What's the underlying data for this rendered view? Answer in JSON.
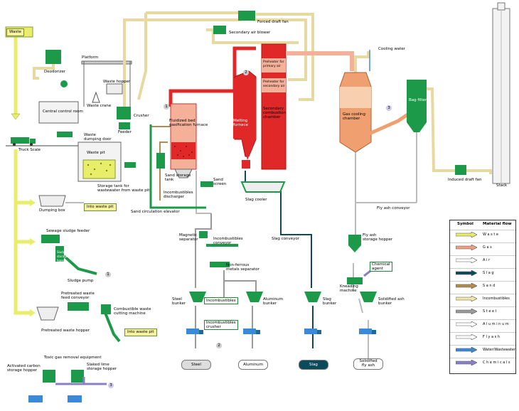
{
  "labels": {
    "waste": "Waste",
    "deodorizer": "Deodorizer",
    "platform": "Platform",
    "waste_hopper": "Waste hopper",
    "waste_crane": "Waste crane",
    "central_control_room": "Central control room",
    "waste_dumping_door": "Waste\ndumping door",
    "waste_pit": "Waste pit",
    "truck_scale": "Truck Scale",
    "storage_tank": "Storage tank for\nwastewater from waste pit",
    "crusher": "Crusher",
    "feeder": "Feeder",
    "forced_draft_fan": "Forced draft fan",
    "secondary_air_blower": "Secondary air blower",
    "fluidized_bed": "Fluidized bed\ngasification furnace",
    "melting_furnace": "Melting\nfurnace",
    "preheater_primary": "Preheater for\nprimary air",
    "preheater_secondary": "Preheater for\nsecondary air",
    "secondary_combustion": "Secondary\ncombustion\nchamber",
    "cooling_water": "Cooling water",
    "gas_cooling_chamber": "Gas cooling\nchamber",
    "bag_filter": "Bag filter",
    "induced_draft_fan": "Induced draft fan",
    "stack": "Stack",
    "sand_storage_tank": "Sand storage\ntank",
    "incombustibles_discharger": "Incombustibles\ndischarger",
    "sand_screen": "Sand\nscreen",
    "sand_circulation_elevator": "Sand circulation elevator",
    "slag_cooler": "Slag cooler",
    "fly_ash_conveyor": "Fly ash conveyor",
    "dumping_box": "Dumping box",
    "into_waste_pit_1": "Into waste pit",
    "sewage_sludge_feeder": "Sewage sludge feeder",
    "sludge_storage_hopper": "Sludge\nstorage\nhopper",
    "sludge_pump": "Sludge pump",
    "pretreated_feed_conveyor": "Pretreated waste\nfeed conveyor",
    "combustible_cutting": "Combustible waste\ncutting machine",
    "pretreated_hopper": "Pretreated waste hopper",
    "into_waste_pit_2": "Into waste pit",
    "magnetic_separator": "Magnetic\nseparator",
    "incombustibles_conveyor": "Incombustibles\nconveyor",
    "nonferrous_separator": "Non-ferrous\nmetals separator",
    "slag_conveyor": "Slag conveyor",
    "fly_ash_storage_hopper": "Fly ash\nstorage hopper",
    "chemical_agent": "Chemical\nagent",
    "kneading_machine": "Kneading\nmachine",
    "steel_bunker": "Steel\nbunker",
    "incombustibles": "Incombustibles",
    "incombustibles_crusher": "Incombustibles\ncrusher",
    "aluminum_bunker": "Aluminum\nbunker",
    "slag_bunker": "Slag\nbunker",
    "solidified_ash_bunker": "Solidified ash\nbunker",
    "out_steel": "Steel",
    "out_aluminum": "Aluminum",
    "out_slag": "Slag",
    "out_solidified": "Solidified\nfly ash",
    "toxic_gas_removal": "Toxic gas removal equipment",
    "activated_carbon": "Activated carbon\nstorage hopper",
    "slaked_lime": "Slaked lime\nstorage hopper",
    "mark_1": "1",
    "mark_2": "2",
    "mark_3": "3"
  },
  "legend": {
    "symbol_header": "Symbol",
    "flow_header": "Material flow",
    "rows": [
      {
        "name": "W a s t e",
        "color": "#e8ee6a"
      },
      {
        "name": "G a s",
        "color": "#f0a080"
      },
      {
        "name": "A i r",
        "color": "#ffffff"
      },
      {
        "name": "S l a g",
        "color": "#0a4a5a"
      },
      {
        "name": "S a n d",
        "color": "#b58a4a"
      },
      {
        "name": "Incombustibles",
        "color": "#f3e7a8"
      },
      {
        "name": "S t e e l",
        "color": "#999999"
      },
      {
        "name": "A l u m i n u m",
        "color": "#ffffff"
      },
      {
        "name": "F l y a s h",
        "color": "#ffffff"
      },
      {
        "name": "Water/Wastewater",
        "color": "#3a8ad8"
      },
      {
        "name": "C h e m i c a l s",
        "color": "#8a80c8"
      }
    ]
  },
  "colors": {
    "equipment": "#1c9a4a",
    "furnace_red": "#e02828",
    "furnace_light": "#f5b09a",
    "gas_cooling": "#f0a070",
    "pipe_tan": "#e8d9a0",
    "waste_yellow": "#e8ee6a"
  }
}
